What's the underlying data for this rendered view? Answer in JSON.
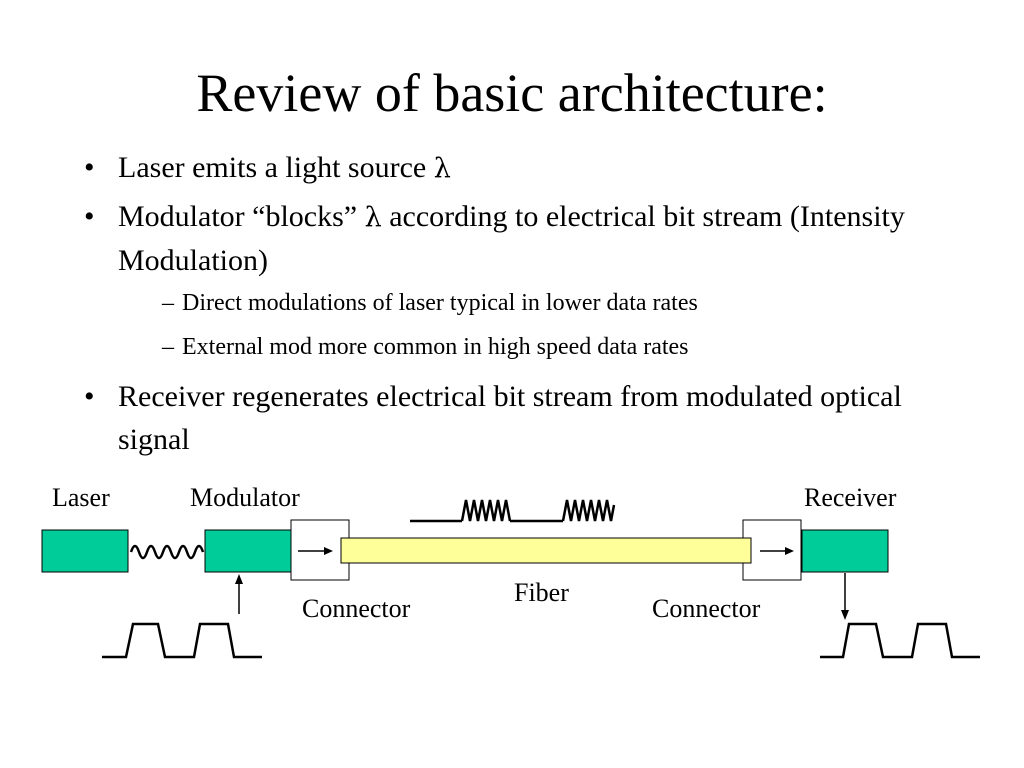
{
  "slide": {
    "title": "Review of basic architecture:",
    "bullet1": {
      "text": "Laser emits a light source",
      "symbol": "λ"
    },
    "bullet2": {
      "before": "Modulator “blocks” ",
      "symbol": "λ",
      "after": " according to electrical bit stream (Intensity Modulation)"
    },
    "sub_bullets": [
      "Direct modulations of laser typical in lower data rates",
      "External mod more common in high speed data rates"
    ],
    "bullet3": "Receiver regenerates electrical bit stream from modulated optical signal"
  },
  "diagram": {
    "labels": {
      "laser": "Laser",
      "modulator": "Modulator",
      "receiver": "Receiver",
      "fiber": "Fiber",
      "connector_left": "Connector",
      "connector_right": "Connector"
    },
    "colors": {
      "component_fill": "#00cc99",
      "fiber_fill": "#ffff99",
      "outline": "#000000"
    }
  }
}
